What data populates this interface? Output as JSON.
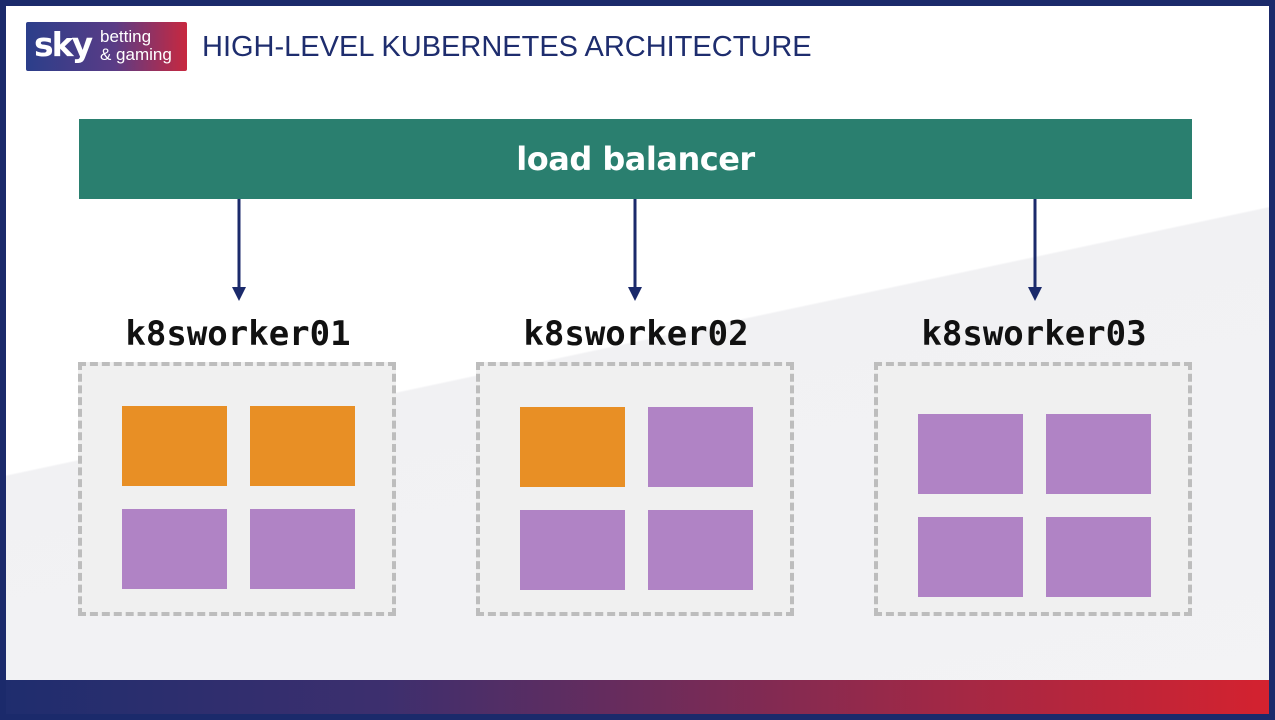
{
  "logo": {
    "brand": "sky",
    "line1": "betting",
    "line2": "& gaming"
  },
  "title": "HIGH-LEVEL KUBERNETES ARCHITECTURE",
  "load_balancer": {
    "label": "load balancer",
    "color": "#2a7f6f"
  },
  "nodes": [
    {
      "name": "k8sworker01",
      "pods": [
        "orange",
        "orange",
        "purple",
        "purple"
      ]
    },
    {
      "name": "k8sworker02",
      "pods": [
        "orange",
        "purple",
        "purple",
        "purple"
      ]
    },
    {
      "name": "k8sworker03",
      "pods": [
        "purple",
        "purple",
        "purple",
        "purple"
      ]
    }
  ],
  "colors": {
    "pod_orange": "#e88f25",
    "pod_purple": "#b083c5",
    "arrow": "#1b2a6b",
    "frame": "#1b2a6b"
  }
}
